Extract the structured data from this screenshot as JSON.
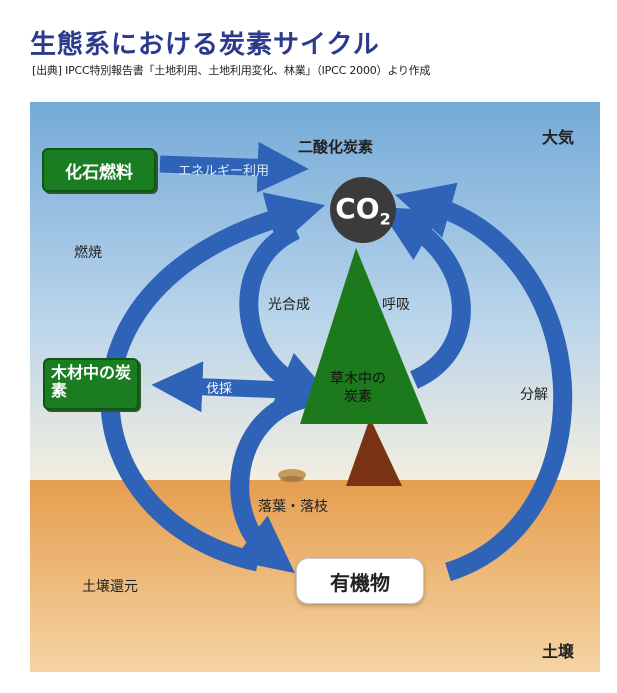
{
  "title": "生態系における炭素サイクル",
  "source": "[出典] IPCC特別報告書「土地利用、土地利用変化、林業」（IPCC 2000）より作成",
  "labels": {
    "atmosphere": "大気",
    "soil": "土壌",
    "co2_name": "二酸化炭素",
    "co2_symbol": "CO2",
    "fossil_fuel": "化石燃料",
    "energy_use": "エネルギー利用",
    "combustion": "燃焼",
    "wood_carbon": "木材中の炭素",
    "logging": "伐採",
    "photosynthesis": "光合成",
    "respiration": "呼吸",
    "tree_carbon": "草木中の炭素",
    "decomposition": "分解",
    "litter": "落葉・落枝",
    "organic_matter": "有機物",
    "soil_return": "土壌還元"
  },
  "colors": {
    "sky": "#7fb2dc",
    "soil": "#e9a95a",
    "arrow": "#2f63b8",
    "box_green": "#1b7d22",
    "tree": "#1c7a1c",
    "trunk": "#7a3214",
    "co2": "#3b3b3b"
  }
}
